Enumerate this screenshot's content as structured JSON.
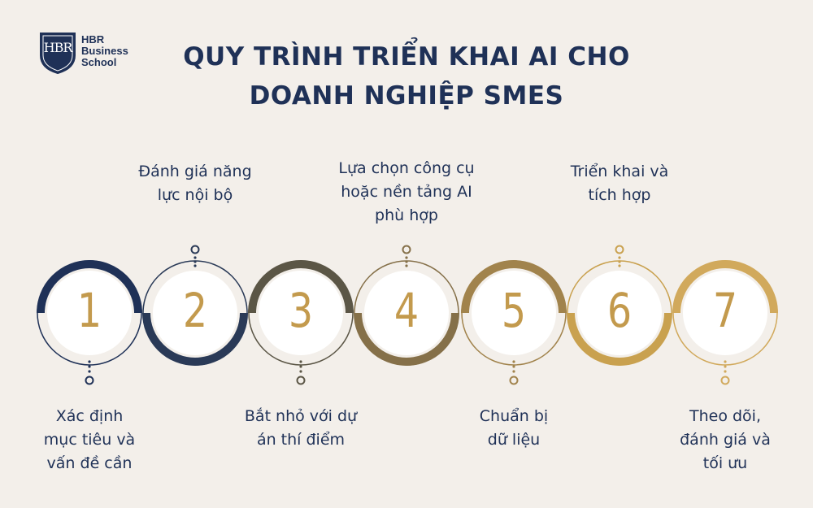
{
  "brand": {
    "shield_text": "HBR",
    "lines": [
      "HBR",
      "Business",
      "School"
    ]
  },
  "title": {
    "line1": "QUY TRÌNH TRIỂN KHAI AI CHO",
    "line2": "DOANH NGHIỆP SMES"
  },
  "steps": [
    {
      "number": "1",
      "label": [
        "Xác định",
        "mục tiêu và",
        "vấn đề cần"
      ],
      "position": "below",
      "ring_color": "#1f3157",
      "ring_side": "top"
    },
    {
      "number": "2",
      "label": [
        "Đánh giá năng",
        "lực nội bộ"
      ],
      "position": "above",
      "ring_color": "#2a3a57",
      "ring_side": "bottom"
    },
    {
      "number": "3",
      "label": [
        "Bắt nhỏ với dự",
        "án thí điểm"
      ],
      "position": "below",
      "ring_color": "#5b5646",
      "ring_side": "top"
    },
    {
      "number": "4",
      "label": [
        "Lựa chọn công cụ",
        "hoặc nền tảng AI",
        "phù hợp"
      ],
      "position": "above",
      "ring_color": "#857049",
      "ring_side": "bottom"
    },
    {
      "number": "5",
      "label": [
        "Chuẩn bị",
        "dữ liệu"
      ],
      "position": "below",
      "ring_color": "#a1834c",
      "ring_side": "top"
    },
    {
      "number": "6",
      "label": [
        "Triển khai và",
        "tích hợp"
      ],
      "position": "above",
      "ring_color": "#c9a14f",
      "ring_side": "bottom"
    },
    {
      "number": "7",
      "label": [
        "Theo dõi,",
        "đánh giá và",
        "tối ưu"
      ],
      "position": "below",
      "ring_color": "#d1a95c",
      "ring_side": "top"
    }
  ]
}
